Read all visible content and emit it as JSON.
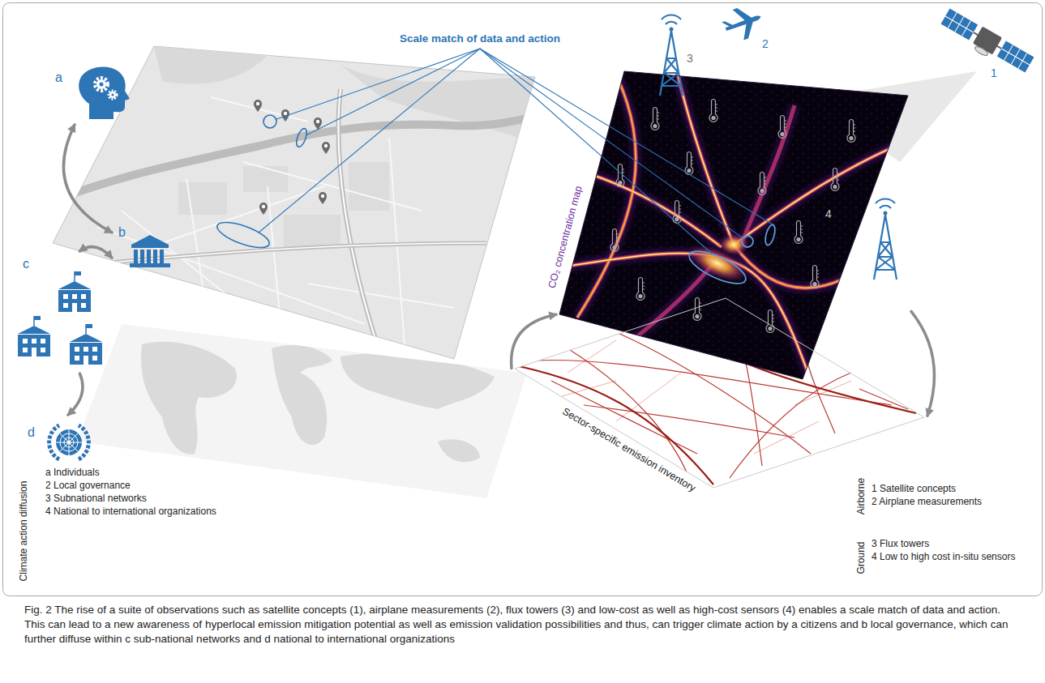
{
  "diagram": {
    "caption": "Fig. 2 The rise of a suite of observations such as satellite concepts (1), airplane measurements (2), flux towers (3) and low-cost as well as high-cost sensors (4) enables a scale match of data and action. This can lead to a new awareness of hyperlocal emission mitigation potential as well as emission validation possibilities and thus, can trigger climate action by a citizens and b local governance, which can further diffuse within c sub-national networks and d national to international organizations",
    "nodes": [
      {
        "text": [
          "a"
        ]
      },
      {
        "text": [
          "b"
        ]
      },
      {
        "text": [
          "c"
        ]
      },
      {
        "text": [
          "d"
        ]
      },
      {
        "text": [
          "CO₂ concentration map"
        ]
      },
      {
        "text": [
          "Sector-specific emission inventory"
        ]
      }
    ],
    "edges": [
      {
        "from": 0,
        "to": 1,
        "arrow": "both"
      },
      {
        "from": 1,
        "to": 2,
        "arrow": "both"
      },
      {
        "from": 2,
        "to": 3,
        "arrow": "to"
      },
      {
        "from": 5,
        "to": 4,
        "arrow": "to"
      },
      {
        "from": 4,
        "to": 5,
        "arrow": "to"
      }
    ],
    "labels": [
      "Scale match of data and action",
      "1",
      "2",
      "3",
      "4",
      "Climate action diffusion",
      "a Individuals",
      "2 Local governance",
      "3 Subnational networks",
      "4 National to international organizations",
      "Airborne",
      "Ground",
      "1 Satellite concepts",
      "2 Airplane measurements",
      "3 Flux towers",
      "4 Low to high cost in-situ sensors"
    ]
  }
}
